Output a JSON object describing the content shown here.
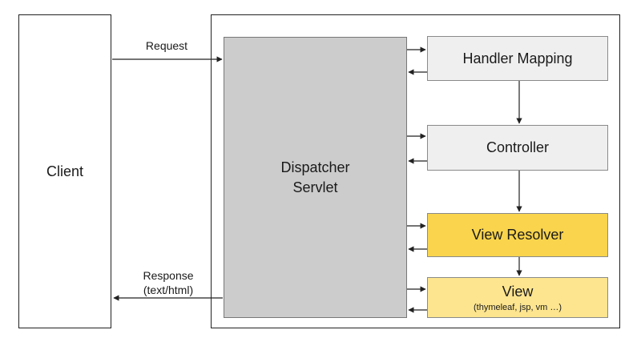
{
  "client": {
    "label": "Client"
  },
  "dispatcher": {
    "line1": "Dispatcher",
    "line2": "Servlet"
  },
  "components": {
    "handler_mapping": "Handler Mapping",
    "controller": "Controller",
    "view_resolver": "View Resolver",
    "view": "View",
    "view_detail": "(thymeleaf, jsp, vm …)"
  },
  "flows": {
    "request": "Request",
    "response_line1": "Response",
    "response_line2": "(text/html)"
  },
  "colors": {
    "client_fill": "#ffffff",
    "dispatcher_fill": "#cccccc",
    "component_fill": "#efefef",
    "view_resolver_fill": "#f9d44c",
    "view_fill": "#fde58f"
  }
}
